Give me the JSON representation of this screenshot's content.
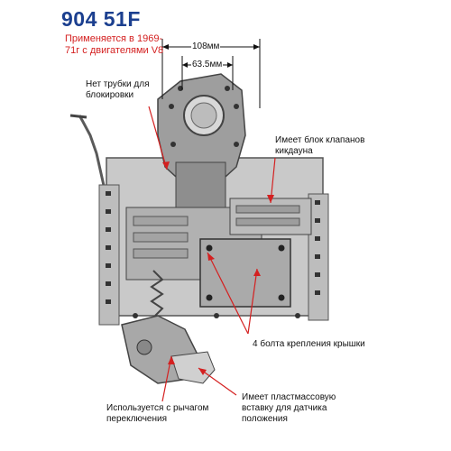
{
  "title": "904 51F",
  "subtitle": "Применяется в 1969-71г с двигателями V8",
  "dimensions": {
    "outer": "108мм",
    "inner": "63.5мм"
  },
  "callouts": {
    "no_lockup_tube": "Нет трубки для блокировки",
    "kickdown_valve_block": "Имеет блок клапанов кикдауна",
    "cover_bolts": "4 болта крепления крышки",
    "shift_lever": "Используется с рычагом переключения",
    "plastic_insert": "Имеет пластмассовую вставку для датчика положения"
  },
  "colors": {
    "title": "#1b3f8f",
    "subtitle": "#d42020",
    "arrows": "#d42020"
  }
}
